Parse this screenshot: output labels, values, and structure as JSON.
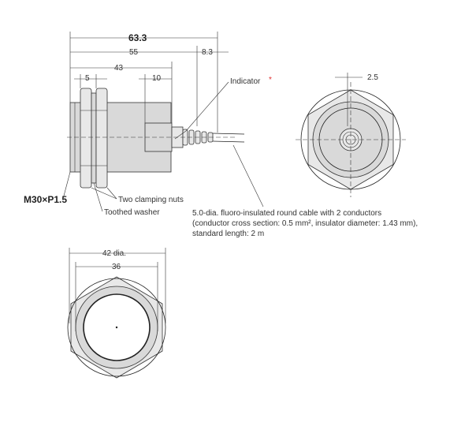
{
  "dimensions": {
    "overall_length": "63.3",
    "body_length": "55",
    "cable_protector": "8.3",
    "thread_length": "43",
    "nut_width": "5",
    "indicator_spacing": "10",
    "indicator_offset": "2.5",
    "outer_diameter": "42 dia.",
    "hex_flats": "36"
  },
  "labels": {
    "thread": "M30×P1.5",
    "clamping_nuts": "Two clamping nuts",
    "toothed_washer": "Toothed washer",
    "indicator": "Indicator",
    "indicator_mark": "*"
  },
  "cable_note": {
    "line1": "5.0-dia. fluoro-insulated round cable with 2 conductors",
    "line2": "(conductor cross section: 0.5 mm², insulator diameter: 1.43 mm),",
    "line3": "standard length: 2 m"
  },
  "colors": {
    "line": "#222222",
    "fill": "#d9d9d9",
    "indicator_mark": "#e03030"
  }
}
